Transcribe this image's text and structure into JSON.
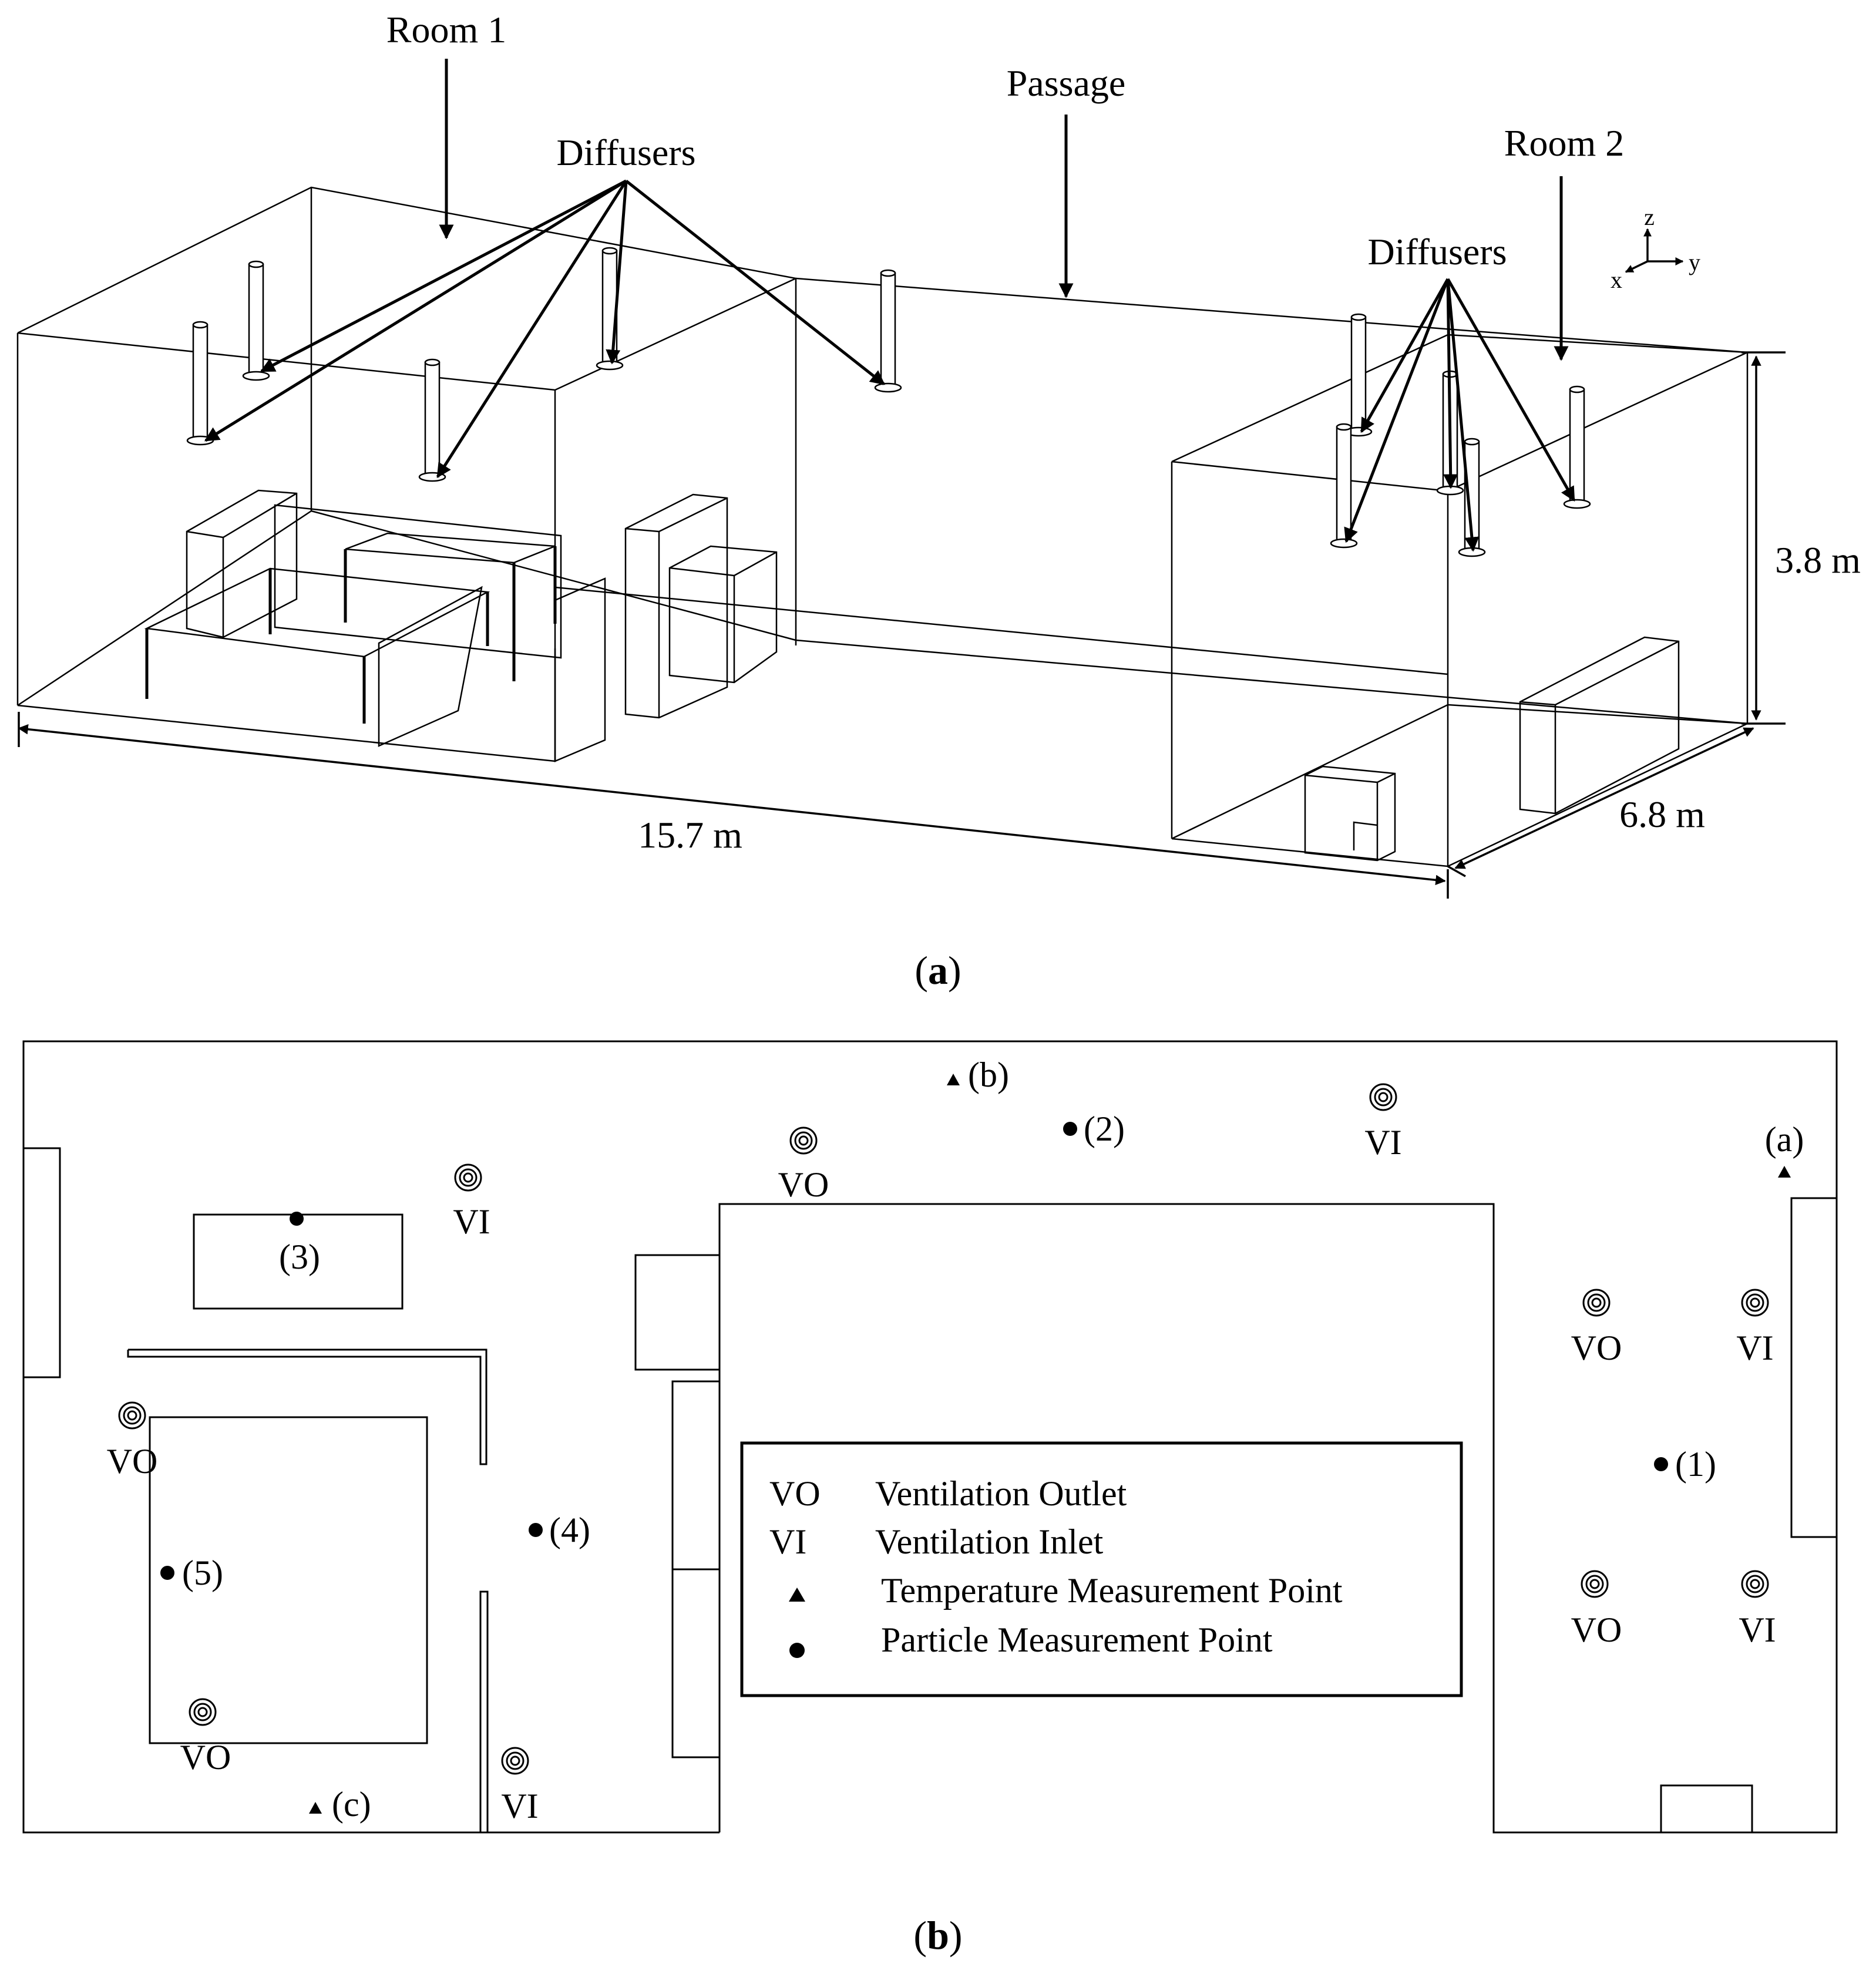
{
  "panel_a": {
    "labels": {
      "room1": "Room 1",
      "passage": "Passage",
      "room2": "Room 2",
      "diffusers_left": "Diffusers",
      "diffusers_right": "Diffusers",
      "length": "15.7 m",
      "width": "6.8 m",
      "height": "3.8 m"
    },
    "axes": {
      "z": "z",
      "y": "y",
      "x": "x"
    },
    "caption_open": "(",
    "caption_letter": "a",
    "caption_close": ")"
  },
  "panel_b": {
    "terminals": [
      {
        "id": "vo1",
        "type": "VO"
      },
      {
        "id": "vi1",
        "type": "VI"
      },
      {
        "id": "vi2",
        "type": "VI"
      },
      {
        "id": "vo2",
        "type": "VO"
      },
      {
        "id": "vo3",
        "type": "VO"
      },
      {
        "id": "vi3",
        "type": "VI"
      },
      {
        "id": "vo4",
        "type": "VO"
      },
      {
        "id": "vi4",
        "type": "VI"
      },
      {
        "id": "vo5",
        "type": "VO"
      },
      {
        "id": "vi5",
        "type": "VI"
      }
    ],
    "temperature_points": [
      "(a)",
      "(b)",
      "(c)"
    ],
    "particle_points": [
      "(1)",
      "(2)",
      "(3)",
      "(4)",
      "(5)"
    ],
    "legend": [
      {
        "symbol": "VO",
        "description": "Ventilation Outlet"
      },
      {
        "symbol": "VI",
        "description": "Ventilation Inlet"
      },
      {
        "symbol": "triangle",
        "description": "Temperature Measurement Point"
      },
      {
        "symbol": "circle",
        "description": "Particle Measurement Point"
      }
    ],
    "caption_open": "(",
    "caption_letter": "b",
    "caption_close": ")"
  }
}
